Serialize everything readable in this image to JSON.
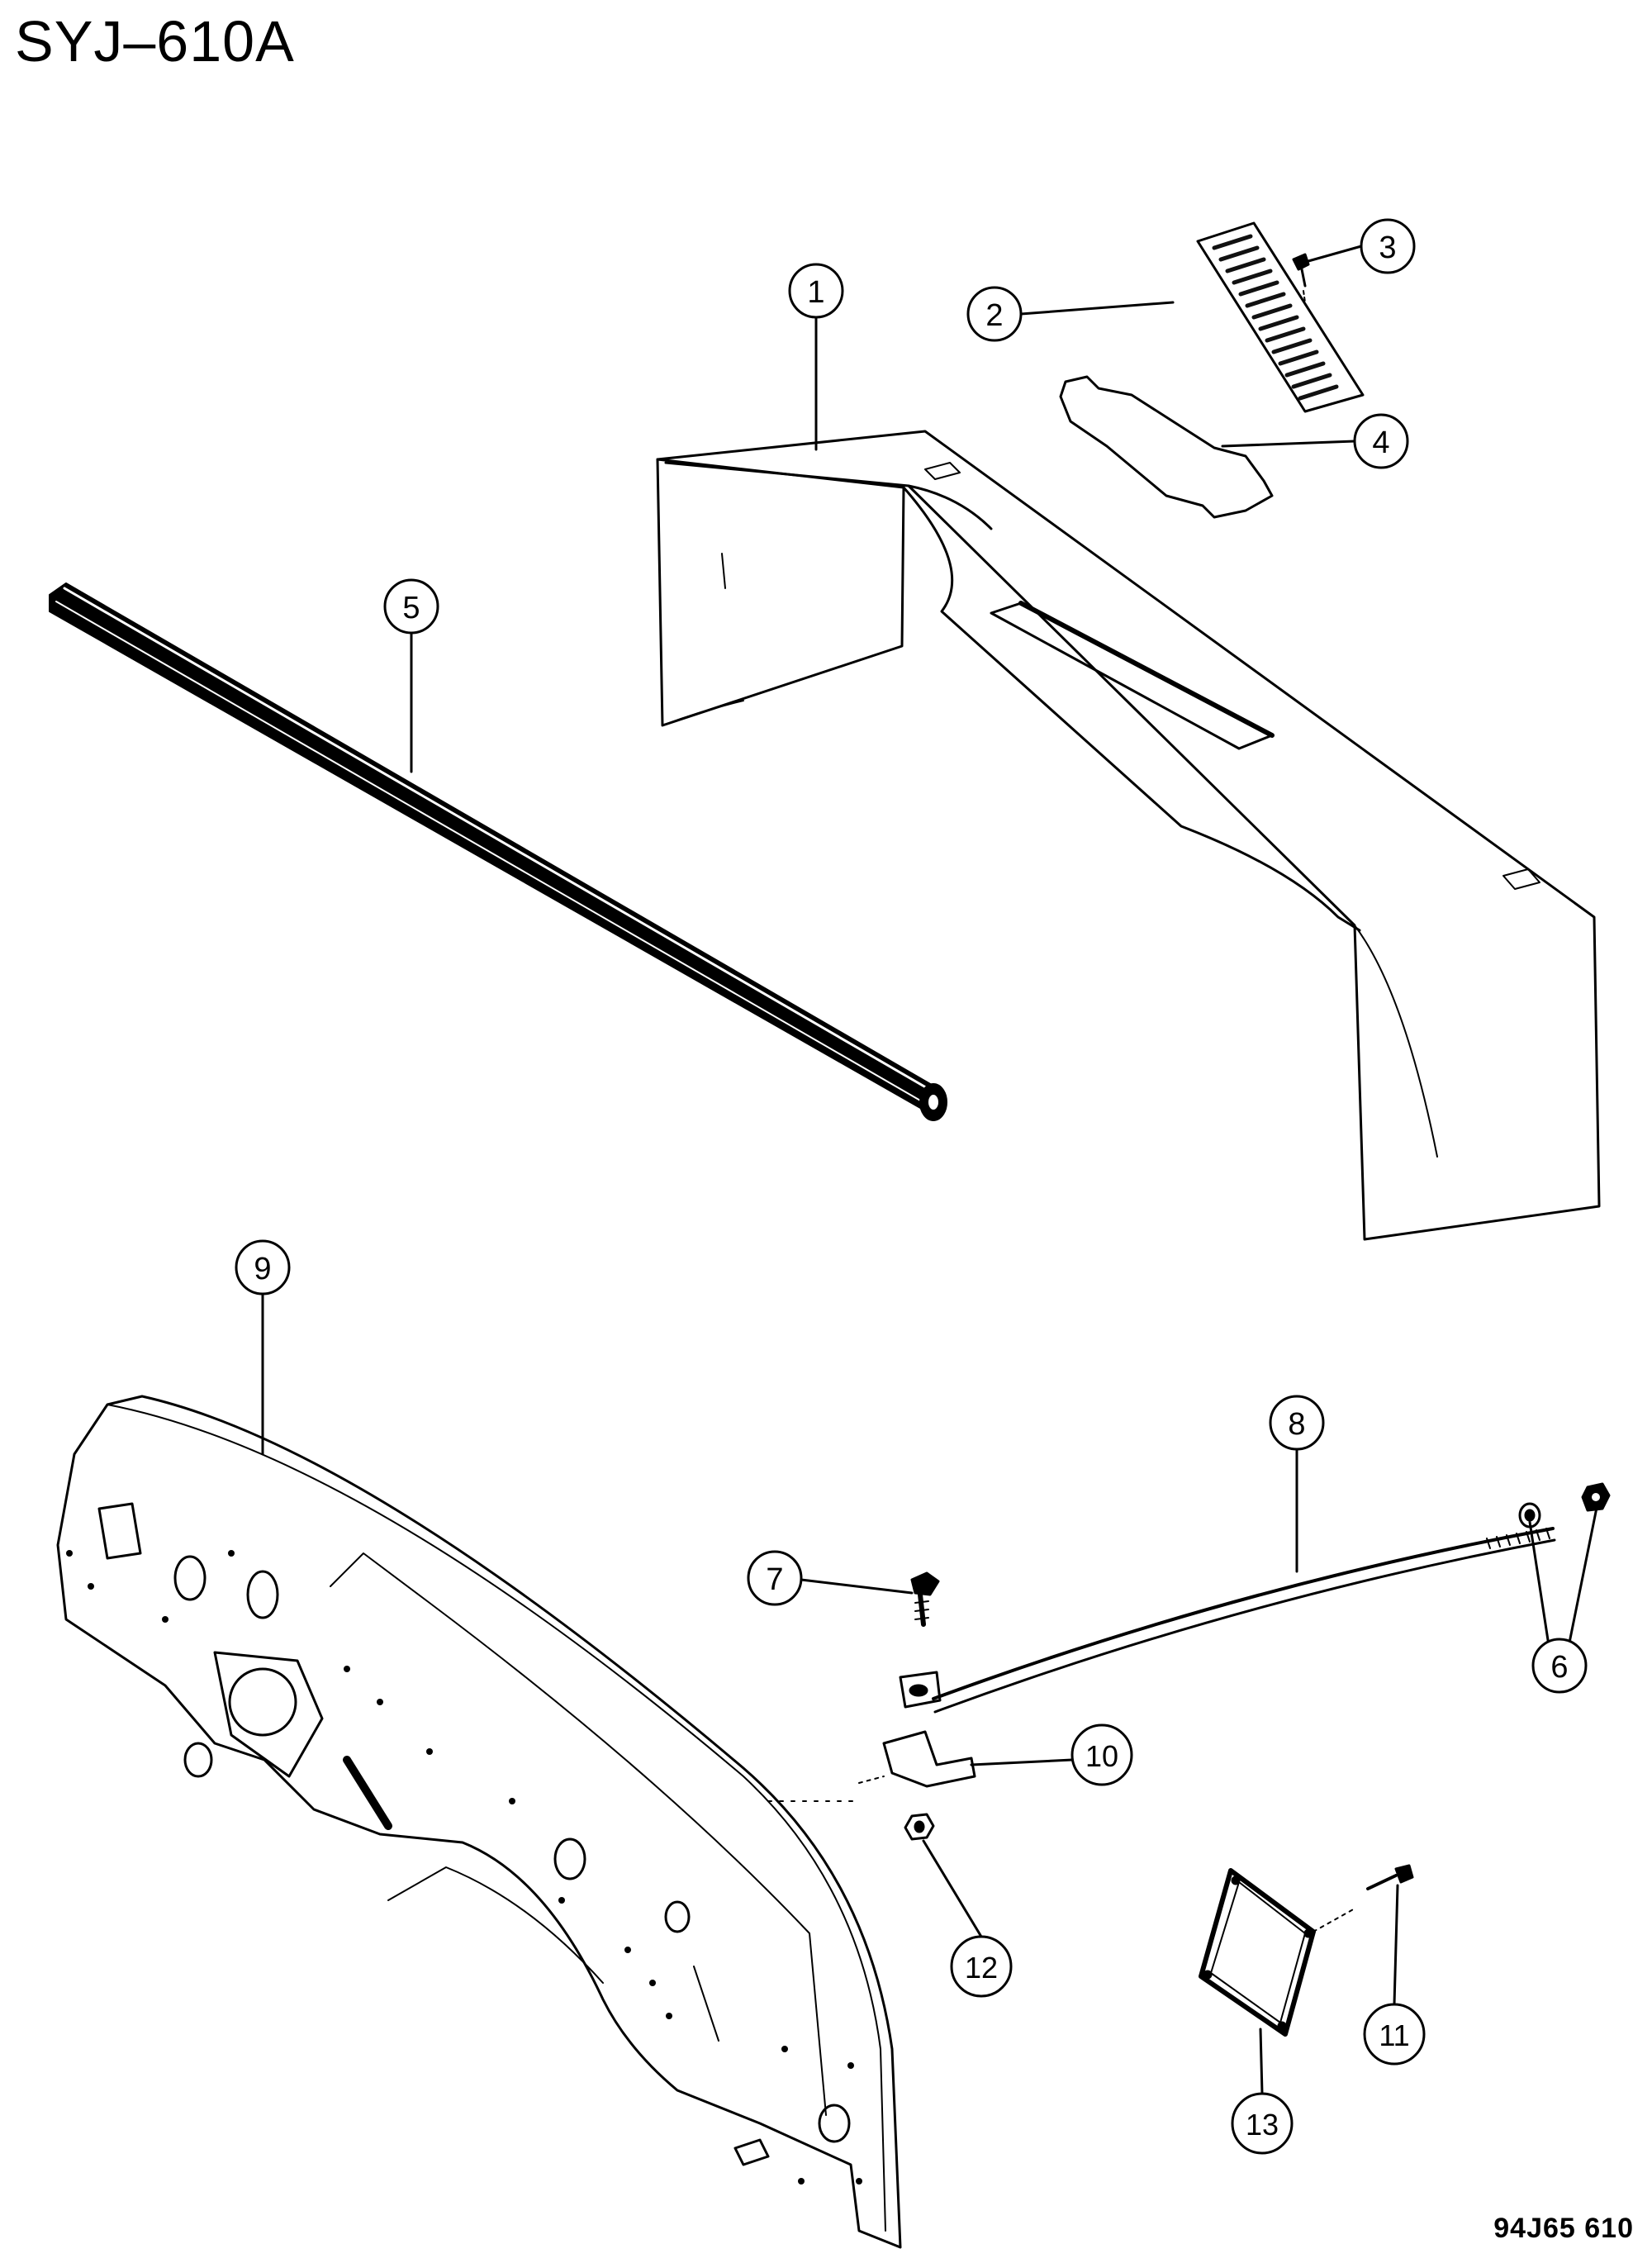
{
  "header": {
    "title": "SYJ–610A"
  },
  "footer": {
    "code": "94J65  610"
  },
  "callouts": [
    "1",
    "2",
    "3",
    "4",
    "5",
    "6",
    "7",
    "8",
    "9",
    "10",
    "11",
    "12",
    "13"
  ],
  "colors": {
    "ink": "#000000",
    "paper": "#ffffff"
  }
}
